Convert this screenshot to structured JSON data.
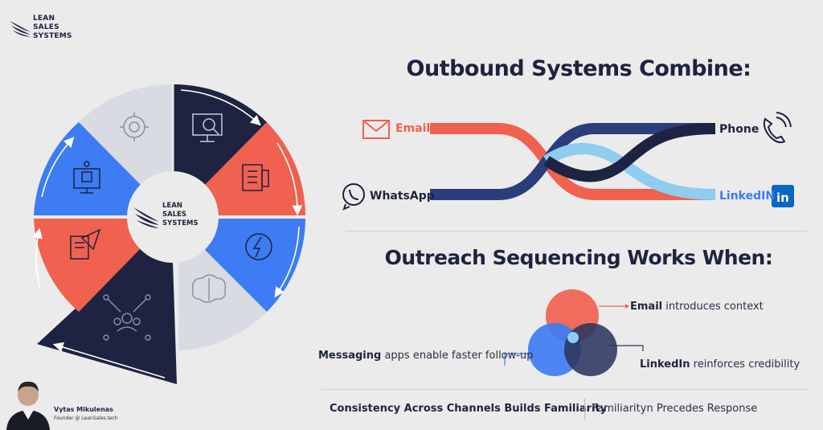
{
  "brand": {
    "logo_line1": "LEAN",
    "logo_line2": "SALES",
    "logo_line3": "SYSTEMS"
  },
  "wheel": {
    "center_logo_line1": "LEAN",
    "center_logo_line2": "SALES",
    "center_logo_line3": "SYSTEMS",
    "segments": [
      {
        "icon": "gear-icon",
        "color": "#d9dbe3"
      },
      {
        "icon": "magnifier-monitor-icon",
        "color": "#1d2340"
      },
      {
        "icon": "document-list-icon",
        "color": "#f0614f"
      },
      {
        "icon": "lightning-refresh-icon",
        "color": "#3d7cf2"
      },
      {
        "icon": "brain-icon",
        "color": "#d9dbe3"
      },
      {
        "icon": "network-people-icon",
        "color": "#1d2340"
      },
      {
        "icon": "paper-plane-document-icon",
        "color": "#f0614f"
      },
      {
        "icon": "ai-chip-monitor-icon",
        "color": "#3d7cf2"
      }
    ]
  },
  "section1": {
    "title": "Outbound Systems Combine:",
    "channels": {
      "email": "Email",
      "whatsapp": "WhatsApp",
      "phone": "Phone",
      "linkedin": "LinkedIN"
    }
  },
  "section2": {
    "title": "Outreach Sequencing Works When:",
    "email_bold": "Email",
    "email_rest": " introduces context",
    "messaging_bold": "Messaging",
    "messaging_rest": " apps enable faster follow-up",
    "linkedin_bold": "LinkedIn",
    "linkedin_rest": " reinforces credibility"
  },
  "footer": {
    "left": "Consistency Across Channels Builds Familiarity",
    "right": "Familiarityn Precedes Response"
  },
  "author": {
    "name": "Vytas Mikulenas",
    "role": "Founder @ LeanSales.tech"
  },
  "colors": {
    "navy": "#1d2340",
    "coral": "#f0614f",
    "blue": "#3d7cf2",
    "light": "#d9dbe3",
    "linkedin": "#0a66c2"
  }
}
